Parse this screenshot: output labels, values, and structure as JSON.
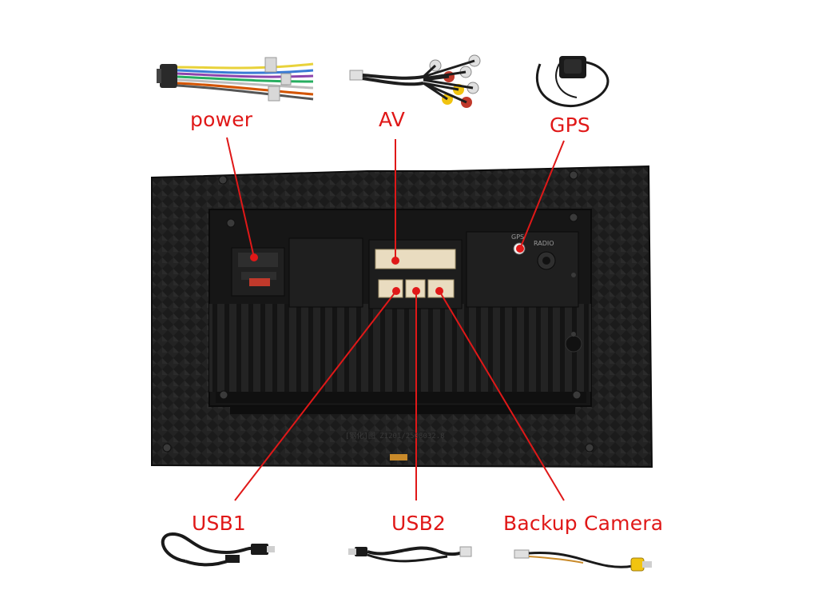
{
  "callouts": {
    "power": "power",
    "av": "AV",
    "gps": "GPS",
    "usb1": "USB1",
    "usb2": "USB2",
    "backup_camera": "Backup Camera"
  },
  "jack_labels": {
    "gps_jack": "GPS",
    "radio_jack": "RADIO"
  },
  "unit_stamp": "[钢化]图 Z1201/2508032.8",
  "colors": {
    "callout_red": "#e01818",
    "unit_body": "#1c1c1c",
    "connector_cream": "#e9dcc0"
  },
  "icons": {
    "power_harness": "wiring-harness-icon",
    "av_cable": "rca-av-cable-icon",
    "gps_antenna": "gps-antenna-icon",
    "usb1_cable": "usb-cable-icon",
    "usb2_cable": "usb-cable-icon",
    "camera_cable": "backup-camera-cable-icon"
  }
}
